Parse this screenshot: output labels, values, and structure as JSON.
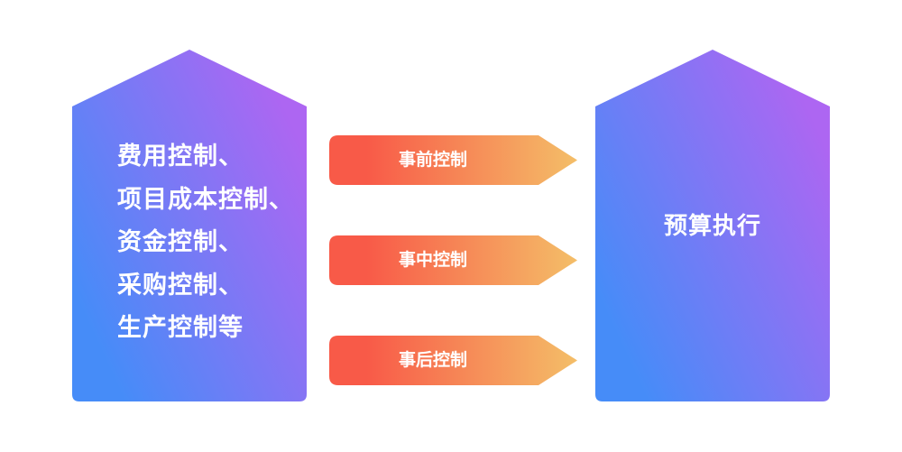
{
  "left_box": {
    "lines": [
      "费用控制、",
      "项目成本控制、",
      "资金控制、",
      "采购控制、",
      "生产控制等"
    ]
  },
  "arrows": [
    {
      "label": "事前控制"
    },
    {
      "label": "事中控制"
    },
    {
      "label": "事后控制"
    }
  ],
  "right_box": {
    "label": "预算执行"
  },
  "colors": {
    "house_start": "#468cf8",
    "house_end": "#ad66f2",
    "arrow_start": "#f85a48",
    "arrow_end": "#f4be68"
  }
}
